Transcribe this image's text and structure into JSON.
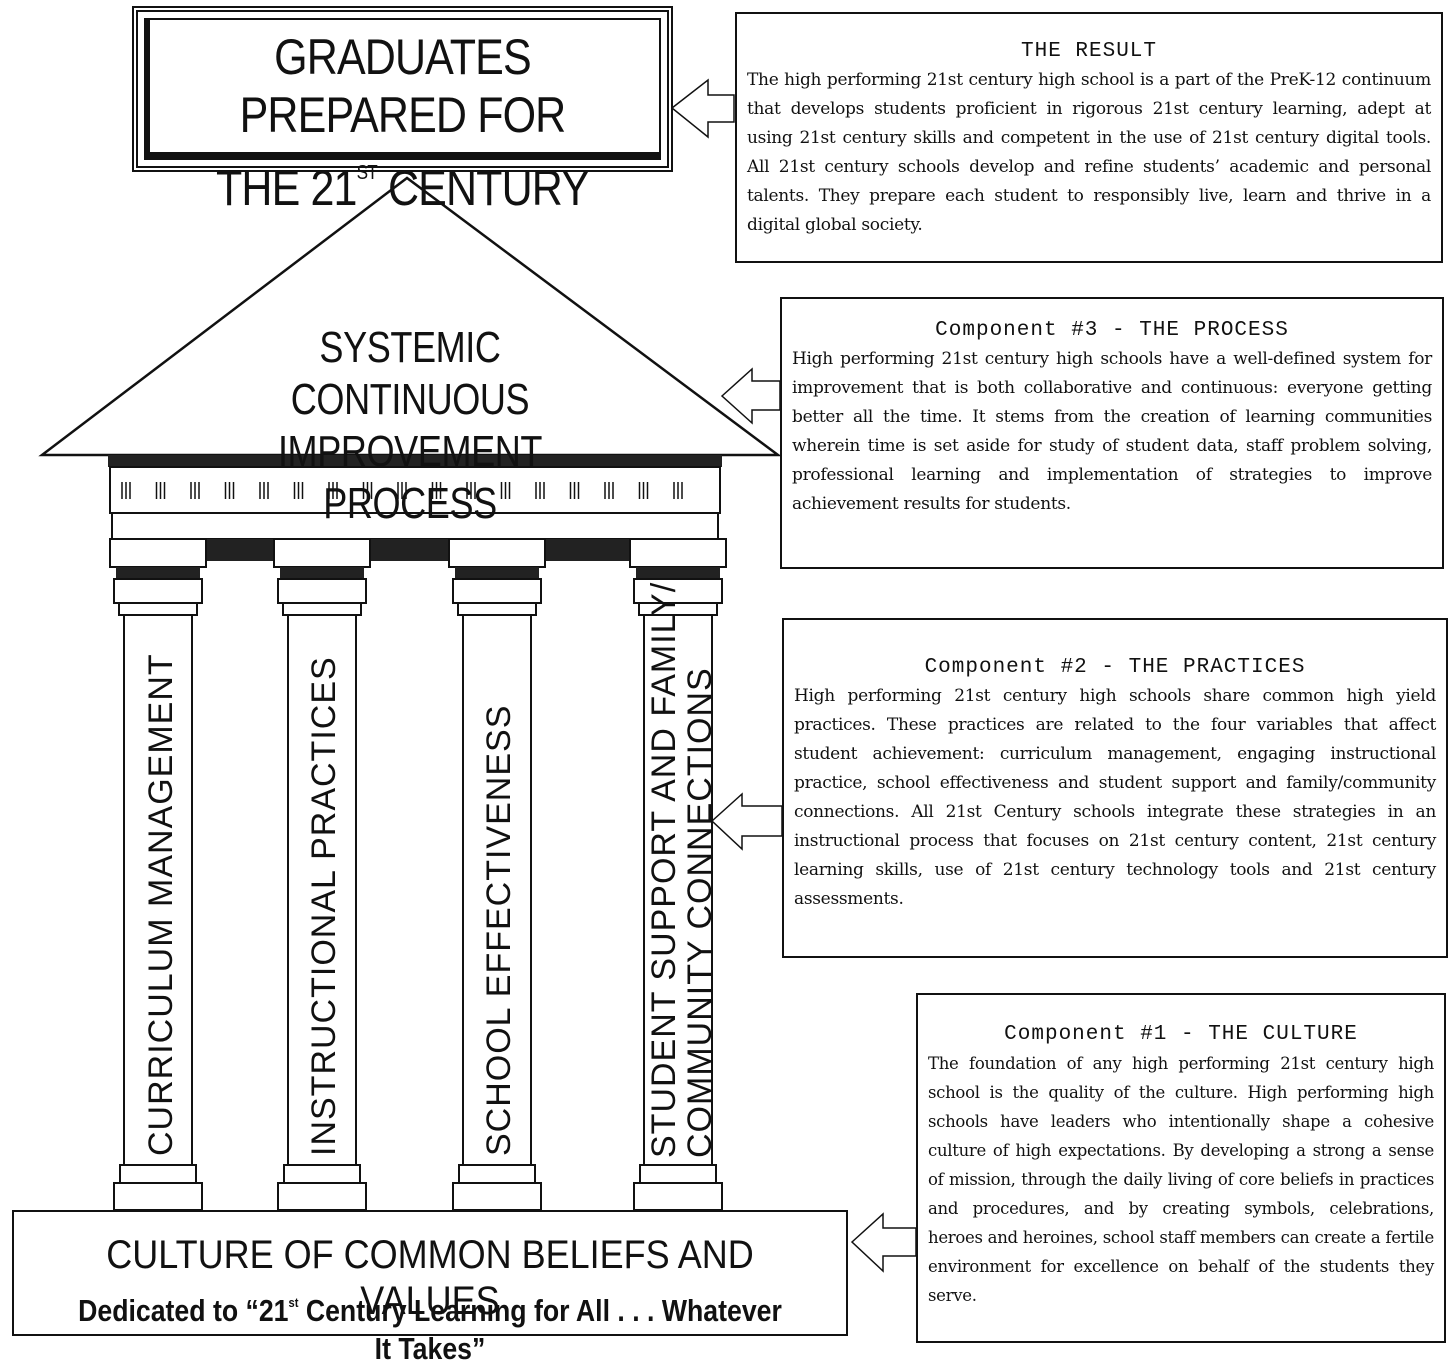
{
  "graduates": {
    "line1": "GRADUATES PREPARED FOR",
    "line2_pre": "THE 21",
    "line2_sup": "ST",
    "line2_post": " CENTURY"
  },
  "roof": {
    "line1": "SYSTEMIC CONTINUOUS",
    "line2": "IMPROVEMENT PROCESS"
  },
  "pillars": [
    {
      "line1": "CURRICULUM MANAGEMENT"
    },
    {
      "line1": "INSTRUCTIONAL PRACTICES"
    },
    {
      "line1": "SCHOOL EFFECTIVENESS"
    },
    {
      "line1": "STUDENT SUPPORT AND FAMILY/",
      "line2": "COMMUNITY CONNECTIONS"
    }
  ],
  "foundation": {
    "title": "CULTURE OF COMMON BELIEFS AND VALUES",
    "subtitle_pre": "Dedicated to “21",
    "subtitle_sup": "st",
    "subtitle_post": " Century Learning for All . . . Whatever It Takes”"
  },
  "boxes": {
    "result": {
      "heading": "THE RESULT",
      "body": "The high performing 21st century high school is a part of the PreK-12 continuum that develops students proficient in rigorous 21st century learning, adept at using 21st century skills and competent in the use of 21st century digital tools. All 21st century schools develop and refine students’ academic and personal talents. They prepare each student to responsibly live, learn and thrive in a digital global society."
    },
    "process": {
      "heading": "Component #3 - THE PROCESS",
      "body": "High performing 21st century high schools have a well-defined system for improvement that is both collaborative and continuous: everyone getting better all the time. It stems from the creation of learning communities wherein time is set aside for study of student data, staff problem solving, professional learning and implementation of strategies to improve achievement results for students."
    },
    "practices": {
      "heading": "Component #2 - THE PRACTICES",
      "body": "High performing 21st century high schools share common high yield practices. These practices are related to the four variables that affect student achievement: curriculum management, engaging instructional practice, school effectiveness and student support and family/community connections. All 21st Century schools integrate these strategies in an instructional process that focuses on 21st century content, 21st century learning skills, use of 21st century technology tools and 21st century assessments."
    },
    "culture": {
      "heading": "Component #1 - THE CULTURE",
      "body": "The foundation of any high performing 21st century high school is the quality of the culture. High performing high schools have leaders who intentionally shape a cohesive culture of high expectations. By developing a strong a sense of mission, through the daily living of core beliefs in practices and procedures, and by creating symbols, celebrations, heroes and heroines, school staff members can create a fertile environment for excellence on behalf of the students they serve."
    }
  }
}
